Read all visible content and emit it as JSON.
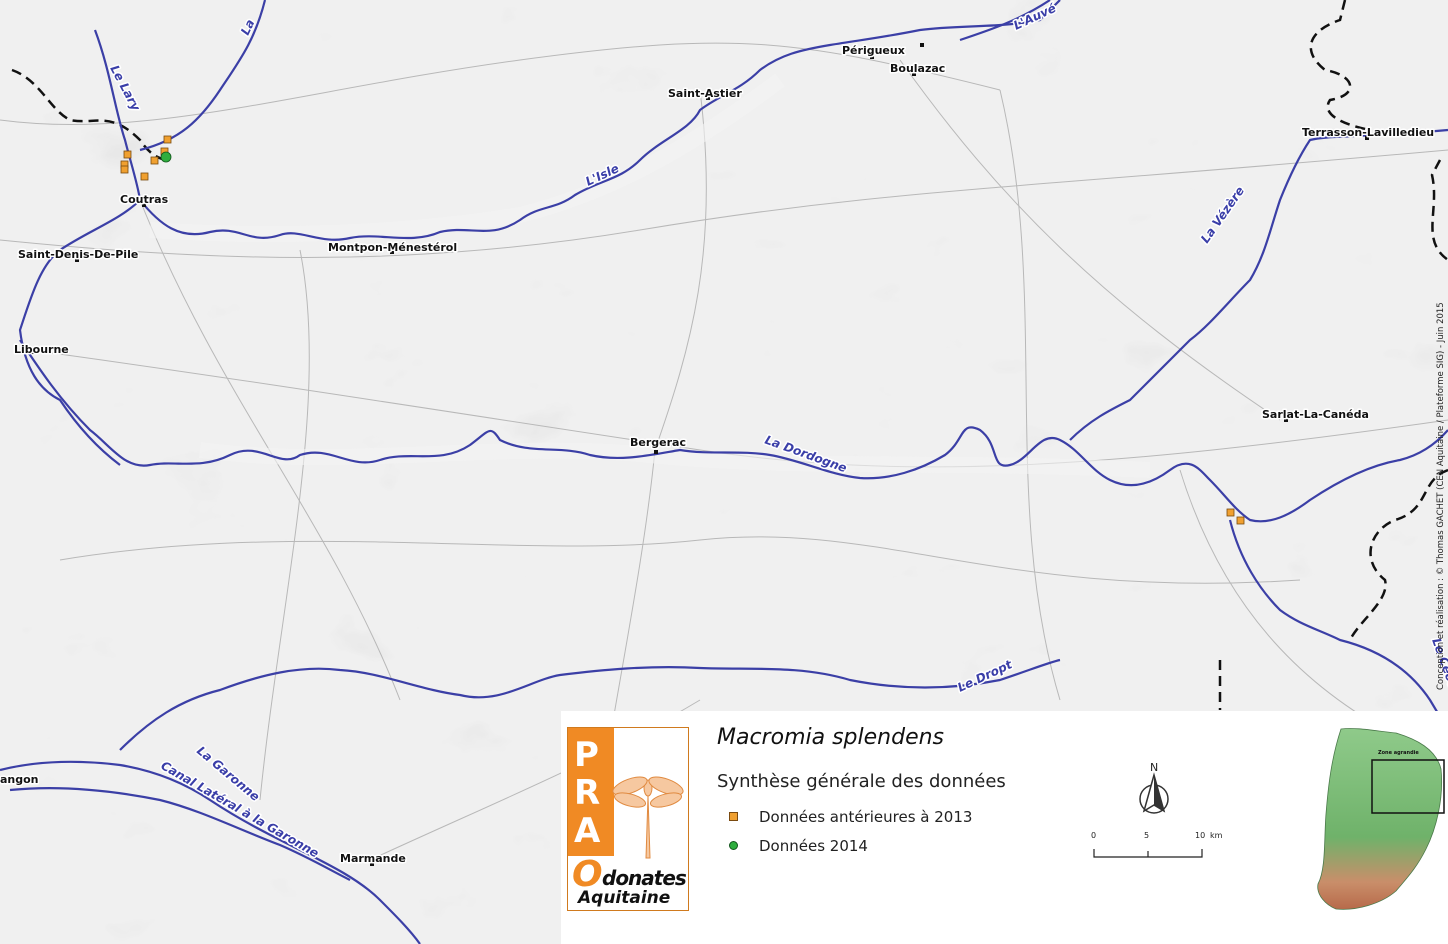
{
  "map": {
    "towns": [
      {
        "name": "Périgueux"
      },
      {
        "name": "Boulazac"
      },
      {
        "name": "Saint-Astier"
      },
      {
        "name": "Terrasson-Lavilledieu"
      },
      {
        "name": "Coutras"
      },
      {
        "name": "Saint-Denis-De-Pile"
      },
      {
        "name": "Montpon-Ménestérol"
      },
      {
        "name": "Libourne"
      },
      {
        "name": "Bergerac"
      },
      {
        "name": "Sarlat-La-Canéda"
      },
      {
        "name": "Marmande"
      },
      {
        "name": "angon"
      }
    ],
    "rivers": [
      {
        "name": "Le Lary"
      },
      {
        "name": "La"
      },
      {
        "name": "L'Isle"
      },
      {
        "name": "L'Auvé"
      },
      {
        "name": "La Vézère"
      },
      {
        "name": "La Dordogne"
      },
      {
        "name": "Le Dropt"
      },
      {
        "name": "La Garonne"
      },
      {
        "name": "Canal Latéral à la Garonne"
      },
      {
        "name": "Le Céou"
      }
    ],
    "credit": "Conception et réalisation : © Thomas GACHET (CEN Aquitaine / Plateforme SIG) - Juin 2015",
    "colors": {
      "river": "#3b3fa6",
      "border": "#111111",
      "pre2013": "#f0a030",
      "y2014": "#2eae3e"
    }
  },
  "legend": {
    "logo": {
      "letters": [
        "P",
        "R",
        "A"
      ],
      "o": "O",
      "odonates": "donates",
      "aquitaine": "Aquitaine"
    },
    "species": "Macromia splendens",
    "subtitle": "Synthèse générale des données",
    "items": [
      {
        "label": "Données antérieures à 2013",
        "symbol": "orange-square"
      },
      {
        "label": "Données 2014",
        "symbol": "green-circle"
      }
    ],
    "north": "N",
    "scale": {
      "ticks": [
        "0",
        "5",
        "10"
      ],
      "unit": "km"
    },
    "inset": {
      "label": "Zone agrandie"
    }
  }
}
